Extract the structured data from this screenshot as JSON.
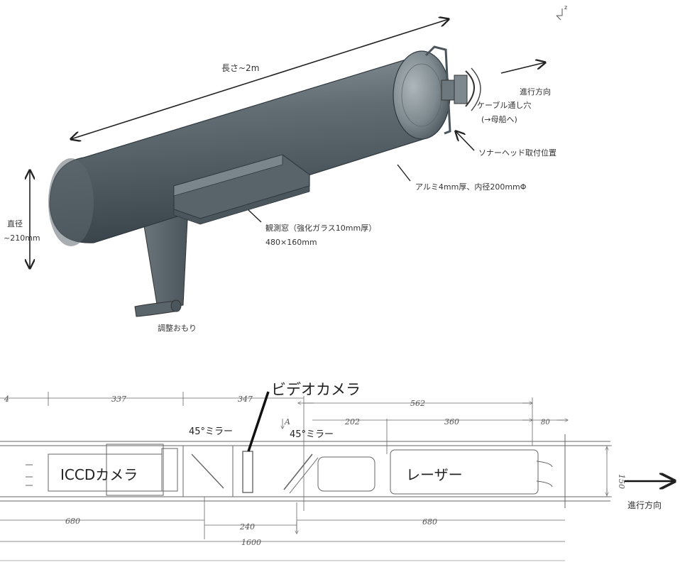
{
  "top_drawing": {
    "length_label": "長さ~2m",
    "direction_label": "進行方向",
    "cable_hole_label": "ケーブル通し穴",
    "cable_hole_sub": "(→母船へ)",
    "sonar_label": "ソナーヘッド取付位置",
    "aluminum_label": "アルミ4mm厚、内径200mmΦ",
    "diameter_label": "直径",
    "diameter_value": "~210mm",
    "window_label": "観測窓（強化ガラス10mm厚）",
    "window_size": "480×160mm",
    "weight_label": "調整おもり",
    "axis_label": "z"
  },
  "bottom_drawing": {
    "video_camera_label": "ビデオカメラ",
    "mirror1_label": "45°ミラー",
    "mirror2_label": "45°ミラー",
    "icdd_label": "ICCDカメラ",
    "laser_label": "レーザー",
    "direction_label": "進行方向",
    "section_mark": "A",
    "dims": {
      "d_left": "4",
      "d337": "337",
      "d347": "347",
      "d562": "562",
      "d202": "202",
      "d360": "360",
      "d80": "80",
      "d150": "150",
      "d680a": "680",
      "d240": "240",
      "d680b": "680",
      "d1600": "1600"
    }
  },
  "colors": {
    "hull_dark": "#3f4a52",
    "hull_mid": "#6a767d",
    "hull_light": "#9aa4a9",
    "ink": "#222222"
  }
}
